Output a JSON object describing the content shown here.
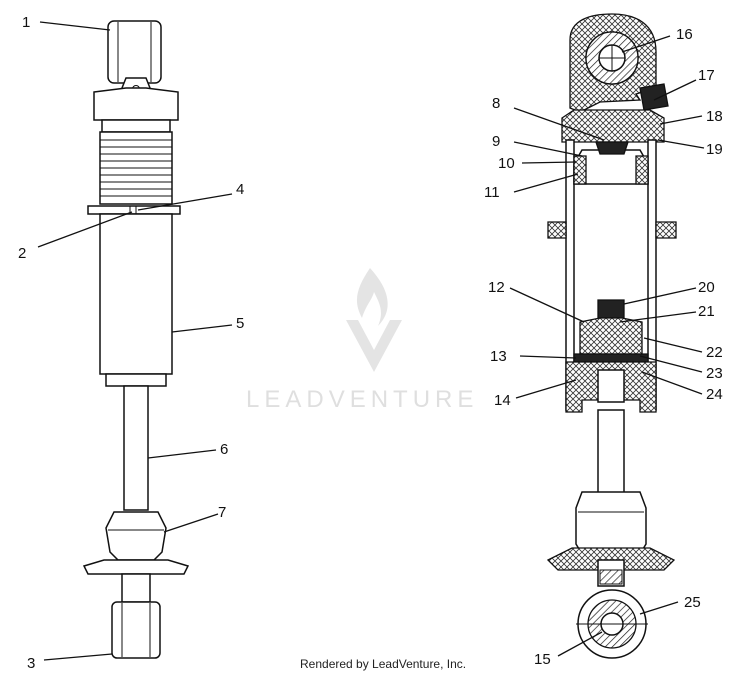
{
  "callouts": {
    "c1": "1",
    "c2": "2",
    "c3": "3",
    "c4": "4",
    "c5": "5",
    "c6": "6",
    "c7": "7",
    "c8": "8",
    "c9": "9",
    "c10": "10",
    "c11": "11",
    "c12": "12",
    "c13": "13",
    "c14": "14",
    "c15": "15",
    "c16": "16",
    "c17": "17",
    "c18": "18",
    "c19": "19",
    "c20": "20",
    "c21": "21",
    "c22": "22",
    "c23": "23",
    "c24": "24",
    "c25": "25"
  },
  "watermark": {
    "text": "LEADVENTURE"
  },
  "footer": {
    "credit": "Rendered by LeadVenture, Inc."
  },
  "colors": {
    "ink": "#111111",
    "watermark": "#dcdcdc",
    "background": "#ffffff"
  }
}
